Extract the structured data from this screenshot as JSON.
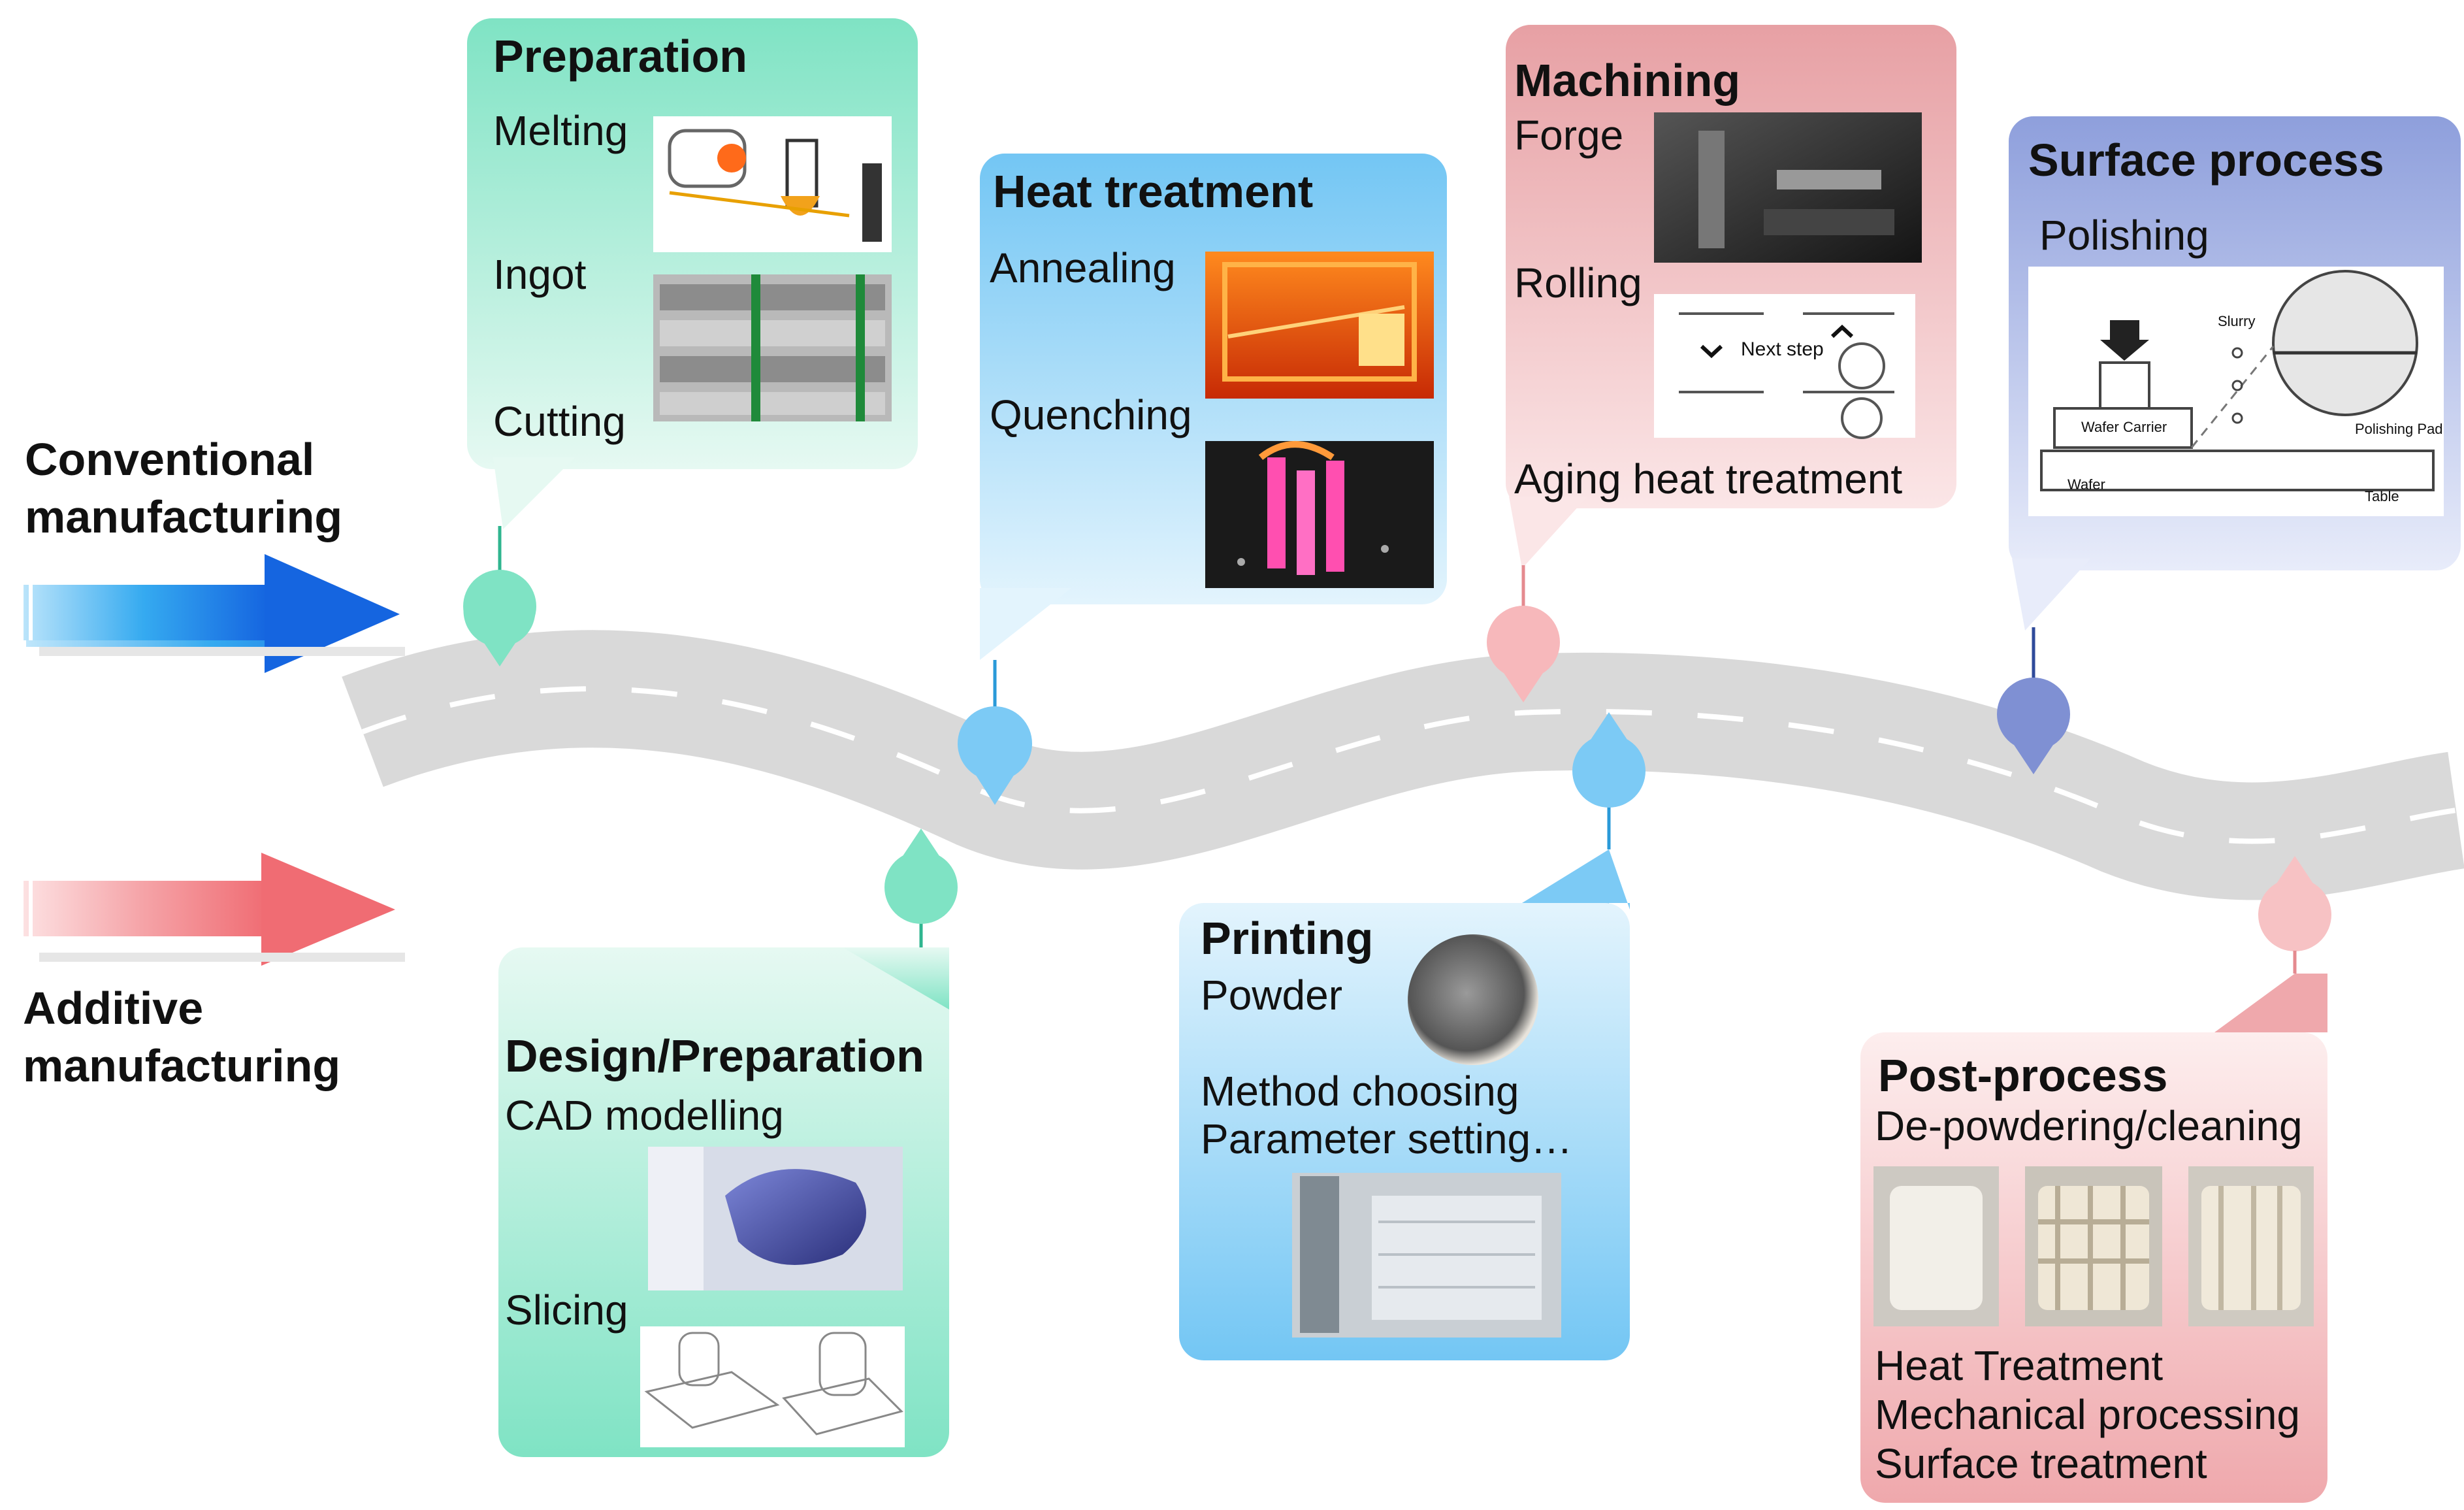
{
  "lanes": {
    "conventional": "Conventional manufacturing",
    "additive": "Additive manufacturing"
  },
  "conventional_steps": [
    {
      "title": "Preparation",
      "items": [
        "Melting",
        "Ingot",
        "Cutting"
      ]
    },
    {
      "title": "Heat treatment",
      "items": [
        "Annealing",
        "Quenching"
      ]
    },
    {
      "title": "Machining",
      "items": [
        "Forge",
        "Rolling",
        "Aging heat treatment"
      ],
      "annotation": "Next step"
    },
    {
      "title": "Surface process",
      "items": [
        "Polishing"
      ],
      "diagram_labels": [
        "Slurry",
        "Wafer Carrier",
        "Polishing Pad",
        "Wafer",
        "Table"
      ]
    }
  ],
  "additive_steps": [
    {
      "title": "Design/Preparation",
      "items": [
        "CAD modelling",
        "Slicing"
      ]
    },
    {
      "title": "Printing",
      "items": [
        "Powder",
        "Method choosing",
        "Parameter setting…"
      ]
    },
    {
      "title": "Post-process",
      "items": [
        "De-powdering/cleaning",
        "Heat Treatment",
        "Mechanical processing",
        "Surface treatment"
      ]
    }
  ],
  "colors": {
    "green": "#7fe3c4",
    "blue": "#7ccaf5",
    "red": "#efa8ac",
    "purple": "#8e9fdc",
    "road": "#d9d9d9",
    "arrow_conventional": "#1e88e5",
    "arrow_additive": "#f06c73"
  }
}
